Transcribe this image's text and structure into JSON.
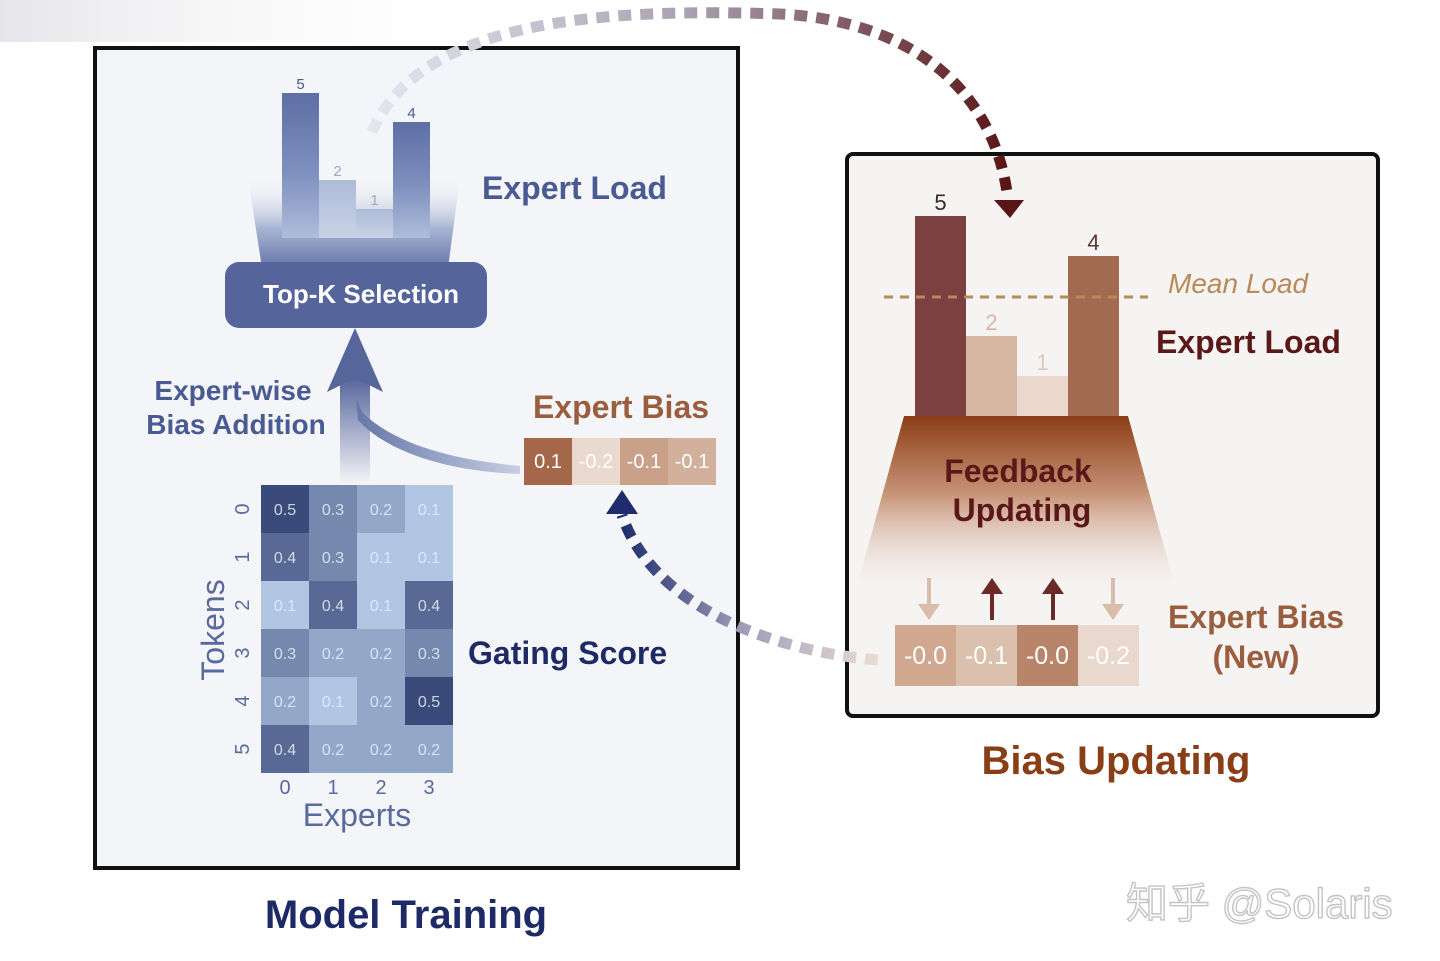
{
  "left_panel": {
    "caption": "Model Training",
    "expert_load": {
      "title": "Expert Load",
      "values": [
        5,
        2,
        1,
        4
      ]
    },
    "topk_label": "Top-K Selection",
    "bias_addition_line1": "Expert-wise",
    "bias_addition_line2": "Bias Addition",
    "expert_bias": {
      "title": "Expert Bias",
      "values": [
        "0.1",
        "-0.2",
        "-0.1",
        "-0.1"
      ]
    },
    "gating": {
      "title": "Gating Score",
      "x_label": "Experts",
      "y_label": "Tokens",
      "x_ticks": [
        "0",
        "1",
        "2",
        "3"
      ],
      "y_ticks": [
        "0",
        "1",
        "2",
        "3",
        "4",
        "5"
      ],
      "rows": [
        [
          "0.5",
          "0.3",
          "0.2",
          "0.1"
        ],
        [
          "0.4",
          "0.3",
          "0.1",
          "0.1"
        ],
        [
          "0.1",
          "0.4",
          "0.1",
          "0.4"
        ],
        [
          "0.3",
          "0.2",
          "0.2",
          "0.3"
        ],
        [
          "0.2",
          "0.1",
          "0.2",
          "0.5"
        ],
        [
          "0.4",
          "0.2",
          "0.2",
          "0.2"
        ]
      ]
    }
  },
  "right_panel": {
    "caption": "Bias Updating",
    "expert_load": {
      "title": "Expert Load",
      "values": [
        5,
        2,
        1,
        4
      ]
    },
    "mean_load_label": "Mean Load",
    "feedback_line1": "Feedback",
    "feedback_line2": "Updating",
    "arrow_directions": [
      "down",
      "up",
      "up",
      "down"
    ],
    "new_bias": {
      "title_line1": "Expert Bias",
      "title_line2": "(New)",
      "values": [
        "-0.0",
        "-0.1",
        "-0.0",
        "-0.2"
      ]
    }
  },
  "watermark": "知乎 @Solaris",
  "colors": {
    "navy": "#1e2a66",
    "slate_blue": "#4a5a92",
    "brown": "#8a4a26",
    "dark_maroon": "#5a1818",
    "mean_load": "#b88a5a"
  }
}
